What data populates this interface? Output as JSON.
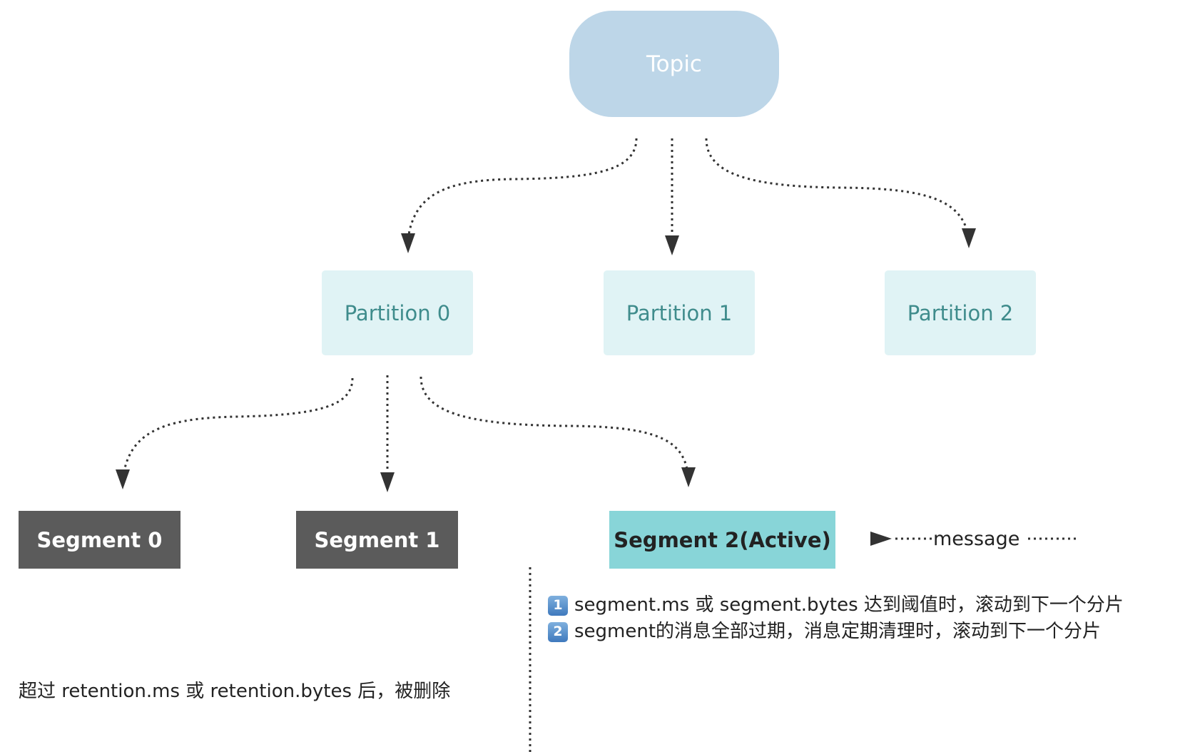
{
  "topic": {
    "label": "Topic"
  },
  "partitions": [
    {
      "label": "Partition 0"
    },
    {
      "label": "Partition 1"
    },
    {
      "label": "Partition 2"
    }
  ],
  "segments": [
    {
      "label": "Segment 0",
      "state": "old"
    },
    {
      "label": "Segment 1",
      "state": "old"
    },
    {
      "label": "Segment 2(Active)",
      "state": "active"
    }
  ],
  "message": {
    "label": "message"
  },
  "rolling_notes": [
    {
      "badge": "1",
      "text": "segment.ms 或 segment.bytes 达到阈值时，滚动到下一个分片"
    },
    {
      "badge": "2",
      "text": "segment的消息全部过期，消息定期清理时，滚动到下一个分片"
    }
  ],
  "retention_note": {
    "text": "超过 retention.ms 或 retention.bytes 后，被删除"
  },
  "colors": {
    "topic_fill": "#bdd6e8",
    "partition_fill": "#e0f3f5",
    "partition_text": "#3f8c8c",
    "segment_fill": "#5b5b5b",
    "active_segment_fill": "#88d5d8",
    "edge": "#333333"
  }
}
